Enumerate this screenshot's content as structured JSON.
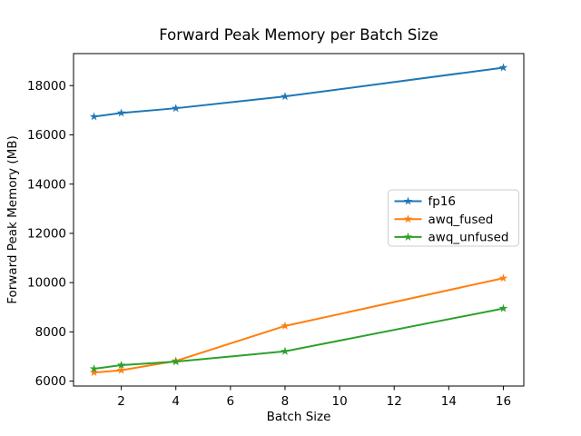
{
  "figure": {
    "background": "#ffffff",
    "axis_color": "#000000"
  },
  "chart_data": {
    "type": "line",
    "title": "Forward Peak Memory per Batch Size",
    "xlabel": "Batch Size",
    "ylabel": "Forward Peak Memory (MB)",
    "x": [
      1,
      2,
      4,
      8,
      16
    ],
    "series": [
      {
        "name": "fp16",
        "color": "#1f77b4",
        "marker": "star",
        "values": [
          16740,
          16890,
          17080,
          17560,
          18730
        ]
      },
      {
        "name": "awq_fused",
        "color": "#ff7f0e",
        "marker": "star",
        "values": [
          6350,
          6440,
          6820,
          8240,
          10180
        ]
      },
      {
        "name": "awq_unfused",
        "color": "#2ca02c",
        "marker": "star",
        "values": [
          6500,
          6650,
          6790,
          7210,
          8950
        ]
      }
    ],
    "xticks": [
      2,
      4,
      6,
      8,
      10,
      12,
      14,
      16
    ],
    "yticks": [
      6000,
      8000,
      10000,
      12000,
      14000,
      16000,
      18000
    ],
    "xlim": [
      0.25,
      16.75
    ],
    "ylim": [
      5800,
      19300
    ],
    "grid": false,
    "legend": {
      "position": "center-right",
      "entries": [
        "fp16",
        "awq_fused",
        "awq_unfused"
      ],
      "border_color": "#cccccc",
      "background": "#ffffff"
    }
  }
}
